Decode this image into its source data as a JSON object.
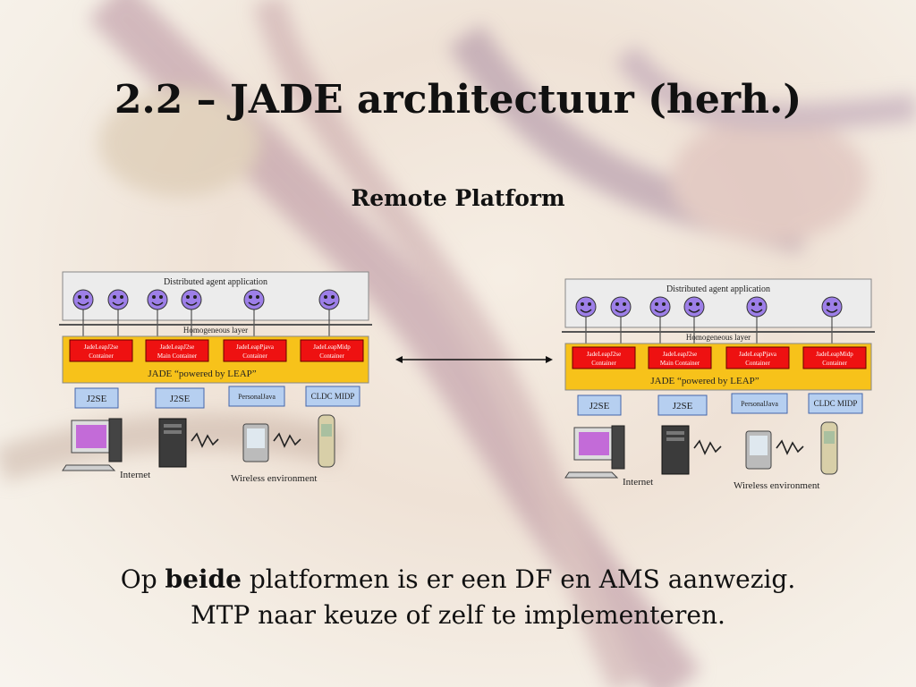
{
  "slide": {
    "title": "2.2 – JADE architectuur (herh.)",
    "subtitle": "Remote Platform",
    "caption_line1_prefix": "Op ",
    "caption_line1_bold": "beide",
    "caption_line1_suffix": " platformen is er een DF en AMS aanwezig.",
    "caption_line2": "MTP naar keuze of zelf te implementeren."
  },
  "diagram": {
    "app_label": "Distributed agent application",
    "layer_label": "Homogeneous layer",
    "jade_label": "JADE “powered by LEAP”",
    "containers": [
      "JadeLeapJ2se Container",
      "JadeLeapJ2se Main Container",
      "JadeLeapPjava Container",
      "JadeLeapMidp Container"
    ],
    "runtimes": [
      "J2SE",
      "J2SE",
      "PersonalJava",
      "CLDC MIDP"
    ],
    "internet_label": "Internet",
    "wireless_label": "Wireless environment",
    "colors": {
      "app_box": "#ececec",
      "jade_box": "#f7c21a",
      "container": "#ee1111",
      "runtime_box": "#b6cff0",
      "agent": "#9d7fe8",
      "arrow": "#111111"
    },
    "icons": [
      "agent-smiley-icon",
      "desktop-computer-icon",
      "server-tower-icon",
      "pda-icon",
      "mobile-phone-icon",
      "wireless-link-icon"
    ]
  }
}
